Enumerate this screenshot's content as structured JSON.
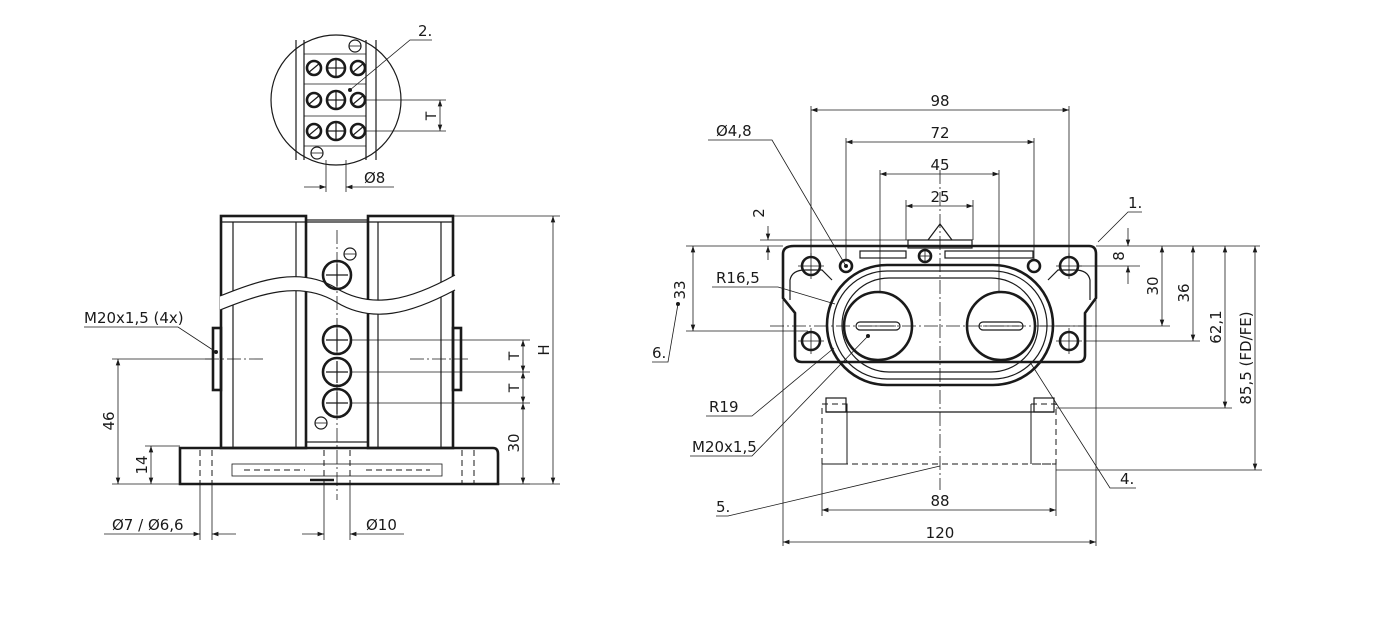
{
  "detail_view": {
    "callout_terminal": "2.",
    "dim_T": "T",
    "dim_diameter_8": "Ø8"
  },
  "side_view": {
    "label_thread": "M20x1,5 (4x)",
    "dim_46": "46",
    "dim_14": "14",
    "dim_30": "30",
    "dim_T_upper": "T",
    "dim_T_lower": "T",
    "dim_H": "H",
    "dim_hole": "Ø7 / Ø6,6",
    "dim_diameter_10": "Ø10"
  },
  "top_view": {
    "dim_98": "98",
    "dim_72": "72",
    "dim_45": "45",
    "dim_25": "25",
    "dim_diameter_4_8": "Ø4,8",
    "dim_2": "2",
    "callout_1": "1.",
    "dim_8": "8",
    "dim_30": "30",
    "dim_36": "36",
    "dim_62_1": "62,1",
    "dim_85_5": "85,5 (FD/FE)",
    "dim_33": "33",
    "callout_6": "6.",
    "label_r16_5": "R16,5",
    "label_r19": "R19",
    "label_thread": "M20x1,5",
    "callout_4": "4.",
    "callout_5": "5.",
    "dim_88": "88",
    "dim_120": "120"
  }
}
